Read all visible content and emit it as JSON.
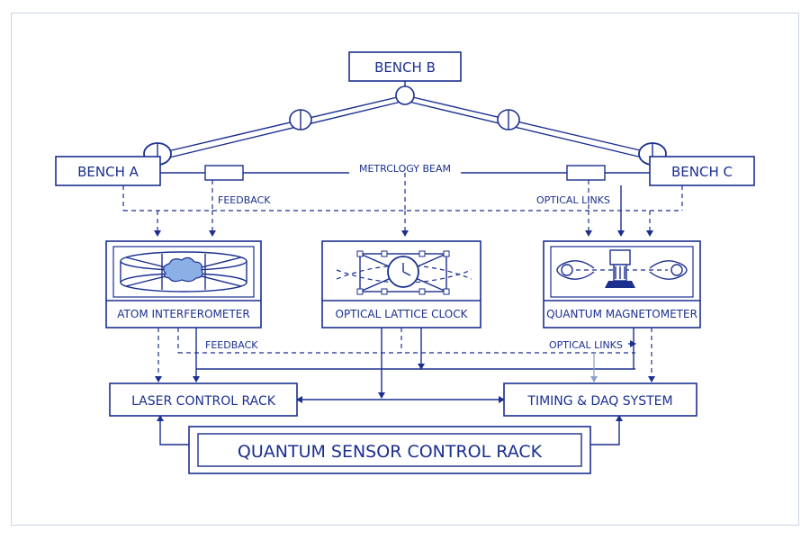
{
  "nodes": {
    "bench_a": "BENCH A",
    "bench_b": "BENCH B",
    "bench_c": "BENCH C",
    "atom_interferometer": "ATOM INTERFEROMETER",
    "optical_lattice_clock": "OPTICAL LATTICE CLOCK",
    "quantum_magnetometer": "QUANTUM MAGNETOMETER",
    "laser_control_rack": "LASER CONTROL RACK",
    "timing_daq": "TIMING & DAQ SYSTEM",
    "sensor_control_rack": "QUANTUM SENSOR CONTROL RACK"
  },
  "labels": {
    "metrology_beam": "METRCLOGY BEAM",
    "feedback_top": "FEEDBACK",
    "optical_links_top": "OPTICAL LINKS",
    "feedback_bottom": "FEEDBACK",
    "optical_links_bottom": "OPTICAL LINKS"
  },
  "colors": {
    "ink": "#1b2f8f",
    "light": "#8fa0cc",
    "frame": "#c9d3e6"
  }
}
